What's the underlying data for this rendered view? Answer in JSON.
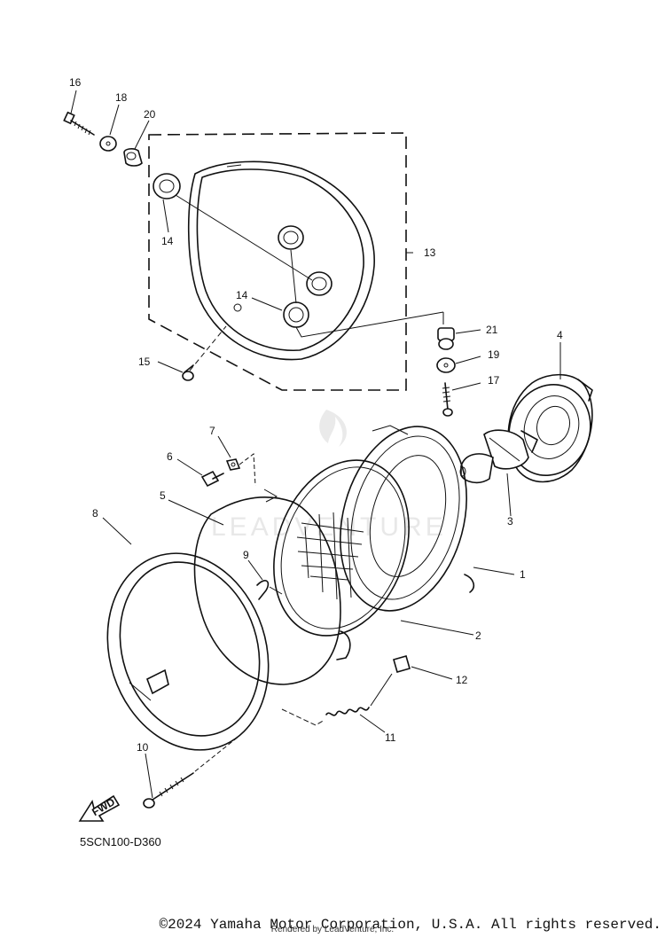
{
  "diagram": {
    "callouts": [
      "1",
      "2",
      "3",
      "4",
      "5",
      "6",
      "7",
      "8",
      "9",
      "10",
      "11",
      "12",
      "13",
      "14",
      "15",
      "16",
      "17",
      "18",
      "19",
      "20",
      "21"
    ],
    "callout_14_second": "14",
    "diagram_code": "5SCN100-D360",
    "fwd_label": "FWD",
    "watermark": "LEADVENTURE"
  },
  "footer": {
    "copyright": "©2024 Yamaha Motor Corporation, U.S.A. All rights reserved.",
    "rendered_by": "Rendered by LeadVenture, Inc."
  }
}
